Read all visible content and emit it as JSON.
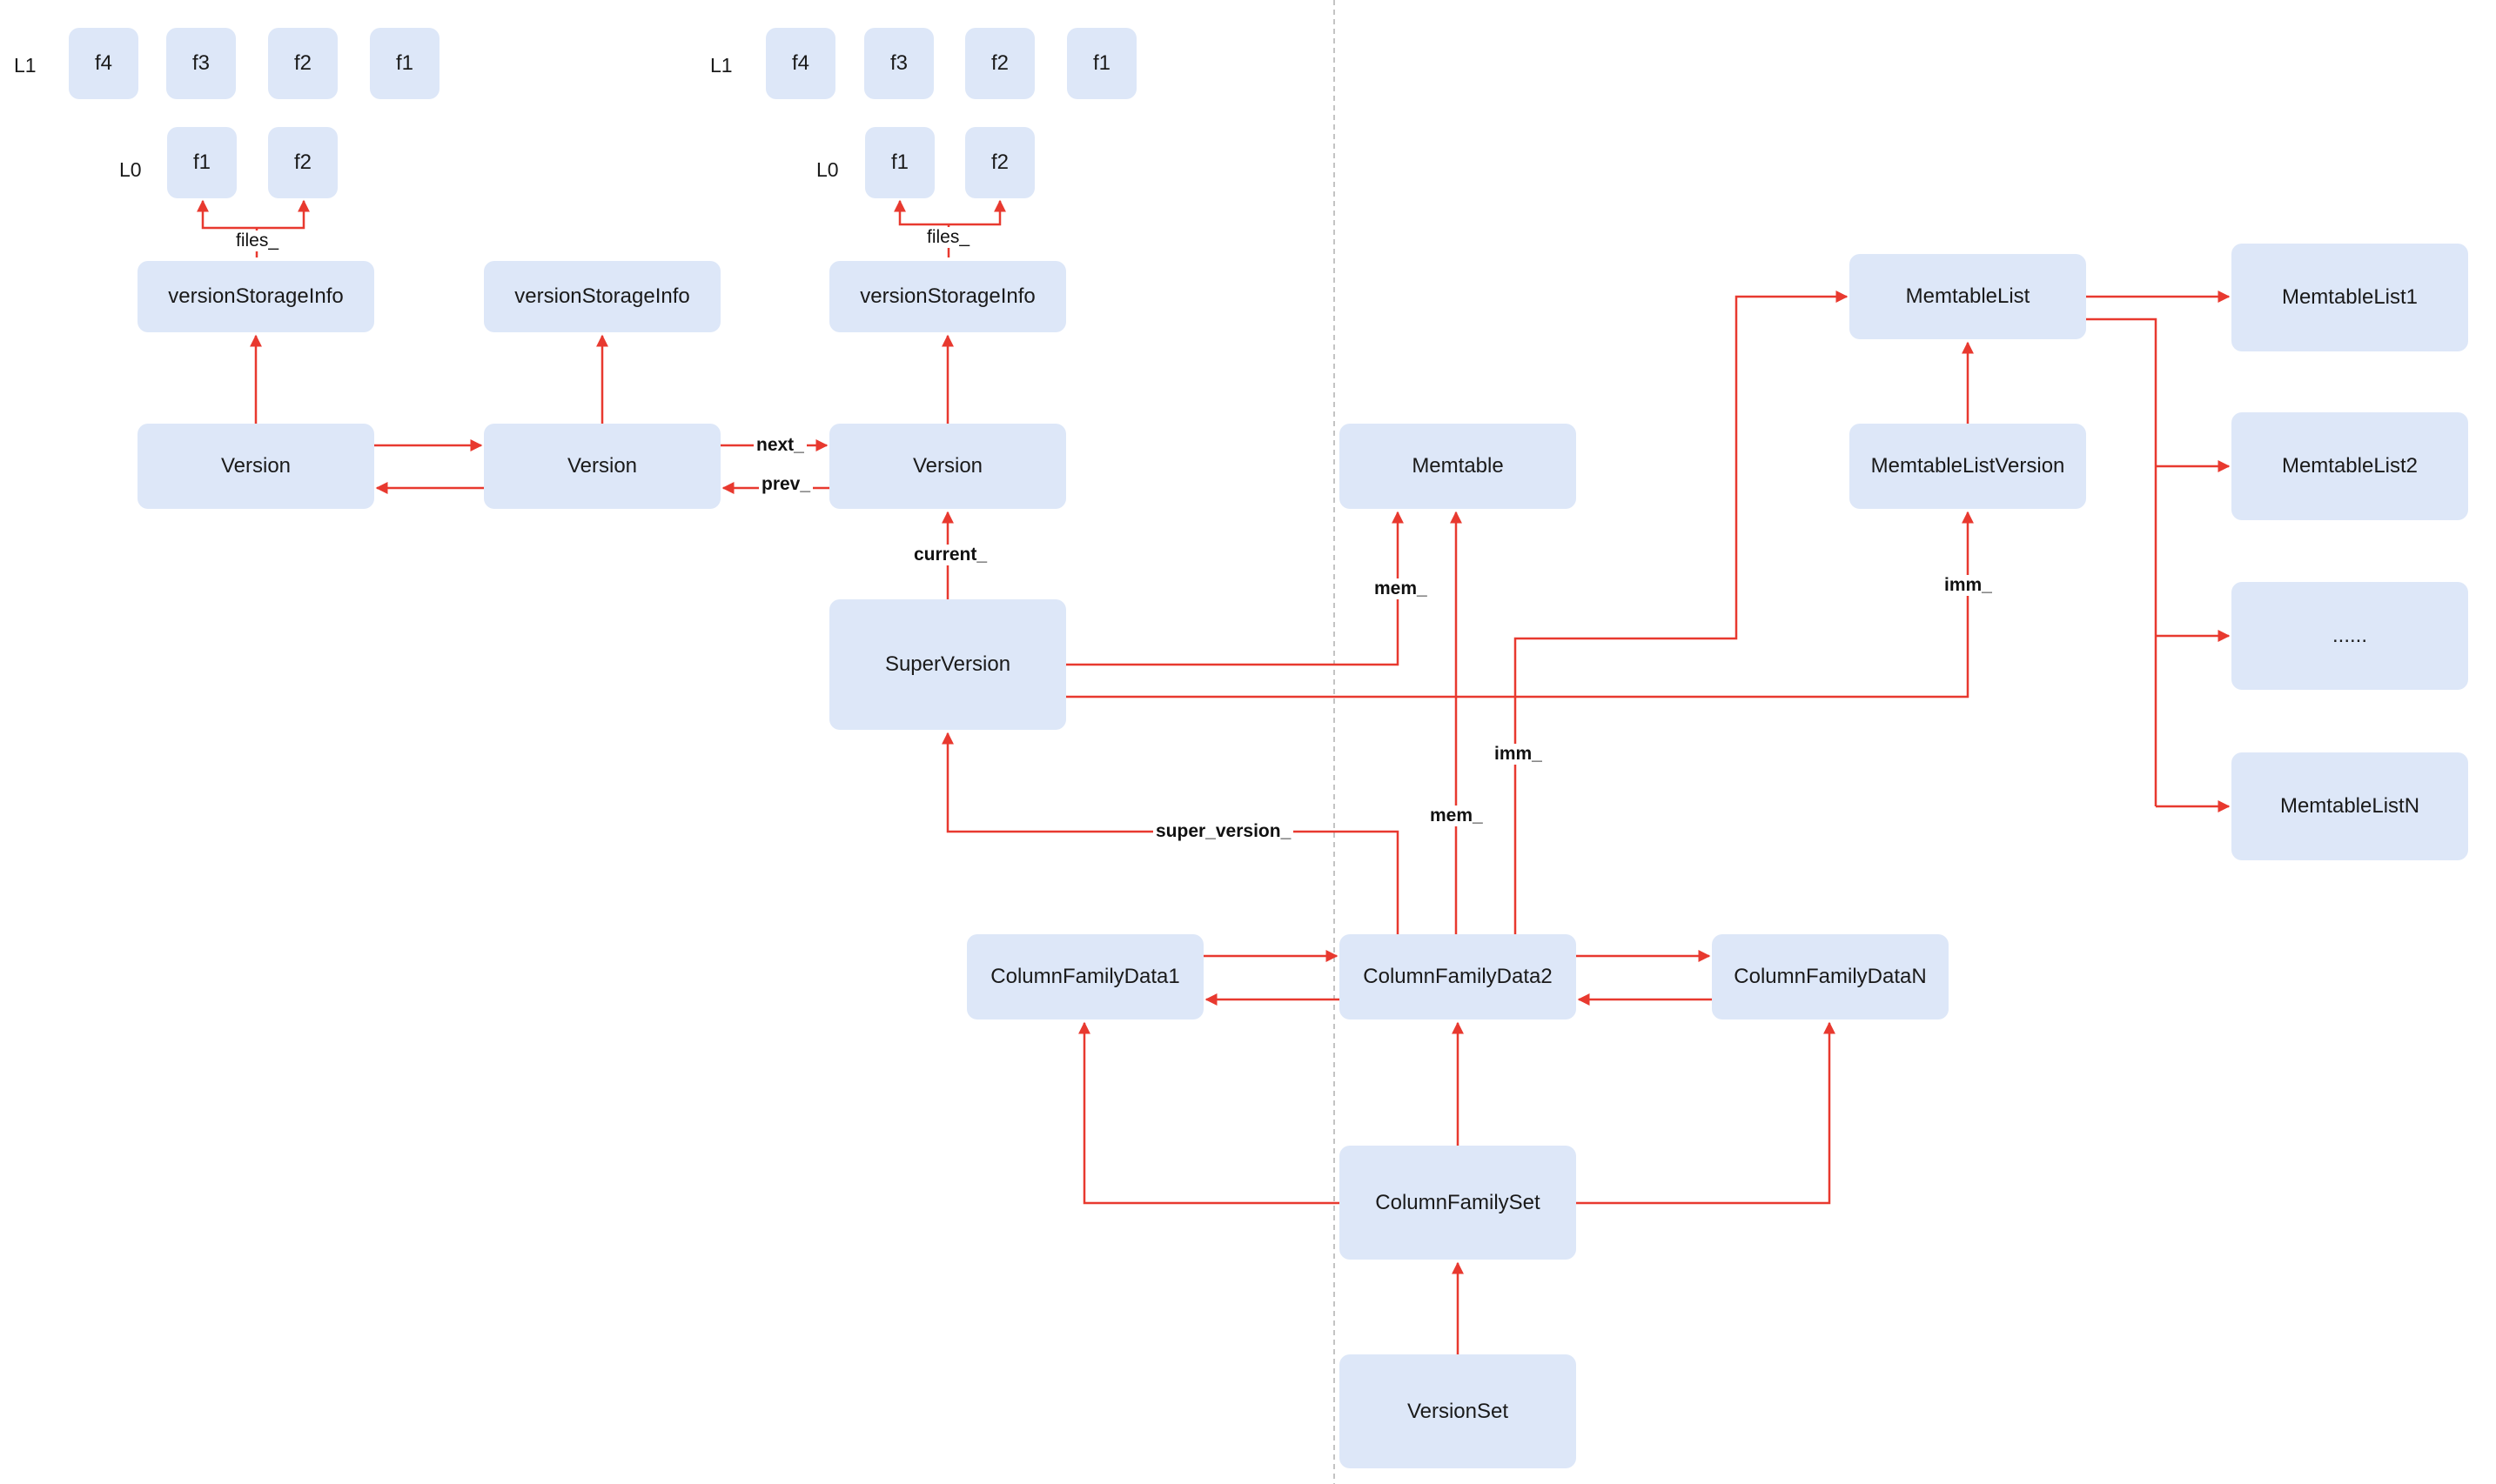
{
  "colors": {
    "node_fill": "#dde7f8",
    "edge": "#e8392f",
    "divider": "#c4c4c4"
  },
  "levels": {
    "left_l1": "L1",
    "left_l0": "L0",
    "mid_l1": "L1",
    "mid_l0": "L0"
  },
  "nodes": {
    "l_l1_f4": "f4",
    "l_l1_f3": "f3",
    "l_l1_f2": "f2",
    "l_l1_f1": "f1",
    "l_l0_f1": "f1",
    "l_l0_f2": "f2",
    "m_l1_f4": "f4",
    "m_l1_f3": "f3",
    "m_l1_f2": "f2",
    "m_l1_f1": "f1",
    "m_l0_f1": "f1",
    "m_l0_f2": "f2",
    "vsi1": "versionStorageInfo",
    "vsi2": "versionStorageInfo",
    "vsi3": "versionStorageInfo",
    "version1": "Version",
    "version2": "Version",
    "version3": "Version",
    "superversion": "SuperVersion",
    "memtable": "Memtable",
    "memtablelist": "MemtableList",
    "memtablelistversion": "MemtableListVersion",
    "memtablelist1": "MemtableList1",
    "memtablelist2": "MemtableList2",
    "memtablelist_ellipsis": "......",
    "memtablelistn": "MemtableListN",
    "cfd1": "ColumnFamilyData1",
    "cfd2": "ColumnFamilyData2",
    "cfdn": "ColumnFamilyDataN",
    "cfset": "ColumnFamilySet",
    "versionset": "VersionSet"
  },
  "edge_labels": {
    "files_left": "files_",
    "files_mid": "files_",
    "next": "next_",
    "prev": "prev_",
    "current": "current_",
    "mem_sv": "mem_",
    "imm_sv": "imm_",
    "imm_cfd": "imm_",
    "mem_cfd": "mem_",
    "super_version": "super_version_"
  }
}
